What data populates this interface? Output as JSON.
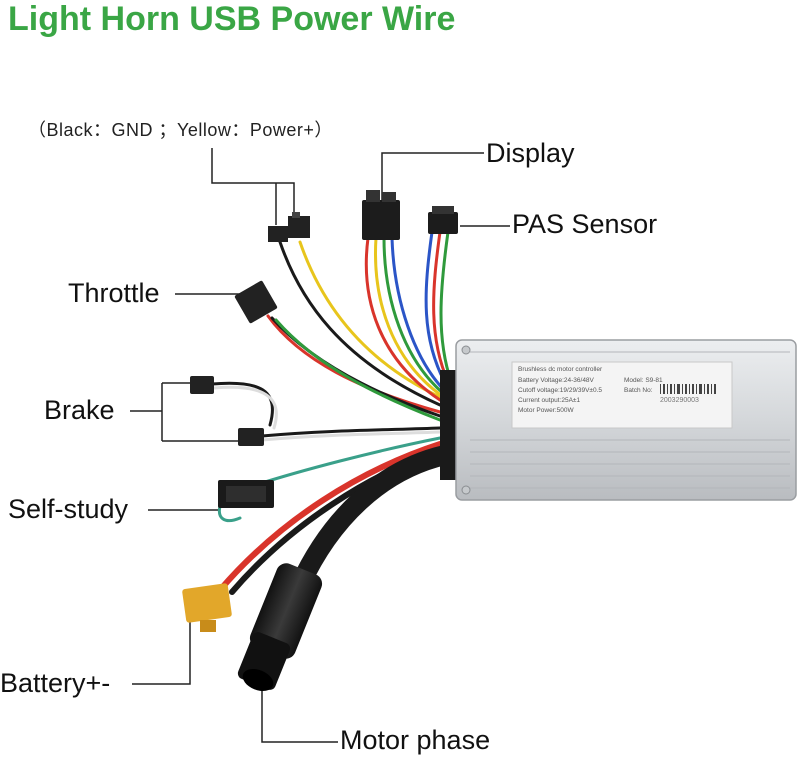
{
  "title": "Light Horn USB Power Wire",
  "note": "（Black：GND ；Yellow：Power+）",
  "labels": {
    "display": "Display",
    "pas_sensor": "PAS Sensor",
    "throttle": "Throttle",
    "brake": "Brake",
    "self_study": "Self-study",
    "battery": "Battery+-",
    "motor_phase": "Motor phase"
  },
  "controller_label": {
    "line1": "Brushless dc motor controller",
    "battery_voltage": "Battery Voltage:24-36/48V",
    "cutoff_voltage": "Cutoff voltage:19/29/39V±0.5",
    "current_output": "Current output:25A±1",
    "motor_power": "Motor Power:500W",
    "model": "Model: S9-81",
    "batch_no": "Batch No:",
    "serial": "2003290003"
  },
  "colors": {
    "title": "#3aa645",
    "controller_body": "#d7d9dc",
    "wire_red": "#d9342b",
    "wire_yellow": "#e8c51c",
    "wire_green": "#2f9a3c",
    "wire_blue": "#2b55c7",
    "wire_black": "#1a1a1a",
    "connector_battery": "#e2a72a"
  }
}
